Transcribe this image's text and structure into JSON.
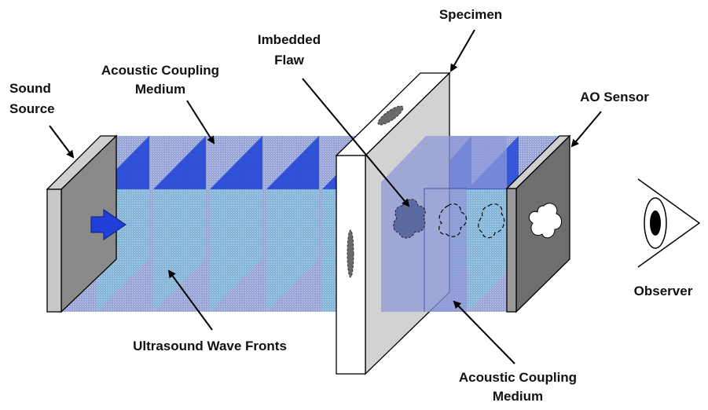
{
  "labels": {
    "sound_source": [
      "Sound",
      "Source"
    ],
    "acoustic_coupling_top": [
      "Acoustic Coupling",
      "Medium"
    ],
    "imbedded_flaw": [
      "Imbedded",
      "Flaw"
    ],
    "specimen": "Specimen",
    "ao_sensor": "AO Sensor",
    "observer": "Observer",
    "ultrasound_wave_fronts": "Ultrasound Wave Fronts",
    "acoustic_coupling_bottom": [
      "Acoustic Coupling",
      "Medium"
    ]
  },
  "colors": {
    "coupling_medium": "#8d98cc",
    "wave_front_dark": "#1f3fd8",
    "wave_front_light": "#7fb2d8",
    "specimen_face": "#d0d0d0",
    "sensor_face": "#6e6e6e",
    "source_face": "#8a8a8a",
    "arrow": "#1f3fd8"
  },
  "icons": {
    "source_arrow": "right-arrow-icon",
    "observer_eye": "eye-icon"
  }
}
